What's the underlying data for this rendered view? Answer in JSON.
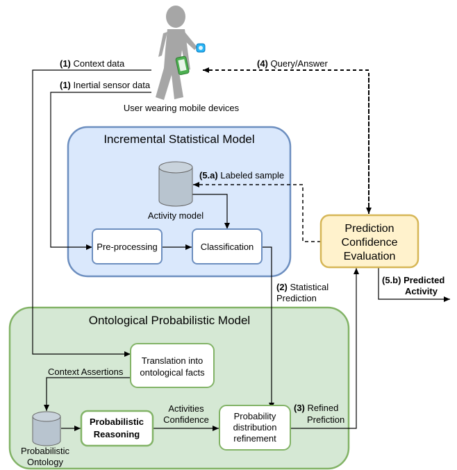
{
  "user": {
    "caption": "User wearing mobile devices"
  },
  "arrows": {
    "context_data": {
      "num": "(1)",
      "text": " Context data"
    },
    "inertial": {
      "num": "(1)",
      "text": " Inertial sensor data"
    },
    "query": {
      "num": "(4)",
      "text": " Query/Answer"
    },
    "labeled": {
      "num": "(5.a)",
      "text": " Labeled sample"
    },
    "stat_pred": {
      "num": "(2)",
      "text": " Statistical",
      "line2": "Prediction"
    },
    "predicted": {
      "num": "(5.b)",
      "text": " Predicted",
      "line2": "Activity"
    },
    "refined": {
      "num": "(3)",
      "text": " Refined",
      "line2": "Prefiction"
    },
    "context_assert": "Context Assertions",
    "act_conf": {
      "line1": "Activities",
      "line2": "Confidence"
    }
  },
  "ism": {
    "title": "Incremental Statistical Model",
    "activity_model": "Activity model",
    "preprocessing": "Pre-processing",
    "classification": "Classification"
  },
  "pce": {
    "line1": "Prediction",
    "line2": "Confidence",
    "line3": "Evaluation"
  },
  "opm": {
    "title": "Ontological Probabilistic Model",
    "translation": {
      "line1": "Translation into",
      "line2": "ontological facts"
    },
    "prob_ontology": {
      "line1": "Probabilistic",
      "line2": "Ontology"
    },
    "prob_reasoning": {
      "line1": "Probabilistic",
      "line2": "Reasoning"
    },
    "pdr": {
      "line1": "Probability",
      "line2": "distribution",
      "line3": "refinement"
    }
  },
  "colors": {
    "ism_fill": "#dae8fc",
    "ism_stroke": "#6c8ebf",
    "opm_fill": "#d5e8d4",
    "opm_stroke": "#82b366",
    "pce_fill": "#fff2cc",
    "pce_stroke": "#d6b656",
    "db_fill": "#b8c4cf",
    "person": "#a6a6a6"
  }
}
